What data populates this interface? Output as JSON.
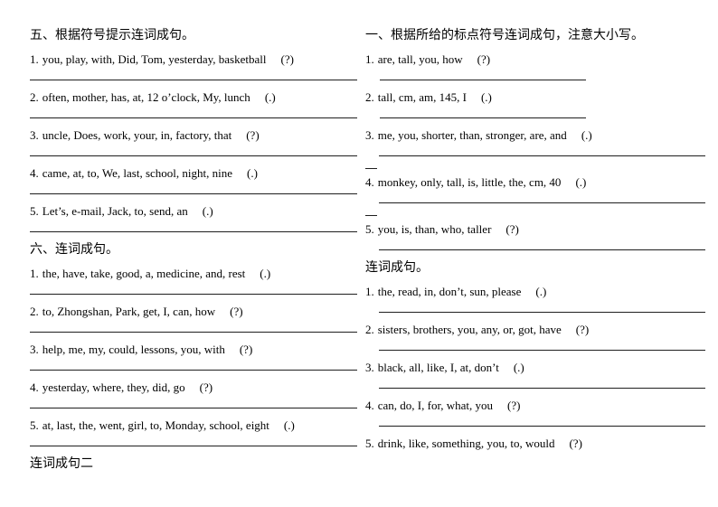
{
  "columns": [
    {
      "name": "left",
      "sections": [
        {
          "title": "五、根据符号提示连词成句。",
          "items": [
            {
              "num": "1.",
              "text": "you, play, with, Did, Tom, yesterday, basketball",
              "punct": "(?)",
              "line": "full"
            },
            {
              "num": "2.",
              "text": "often, mother, has, at, 12 o’clock, My, lunch",
              "punct": "(.)",
              "line": "full"
            },
            {
              "num": "3.",
              "text": "uncle, Does, work, your, in, factory, that",
              "punct": "(?)",
              "line": "full"
            },
            {
              "num": "4.",
              "text": "came, at, to, We, last, school, night, nine",
              "punct": "(.)",
              "line": "full"
            },
            {
              "num": "5.",
              "text": "Let’s, e-mail, Jack, to, send, an",
              "punct": "(.)",
              "line": "full"
            }
          ]
        },
        {
          "title": "六、连词成句。",
          "items": [
            {
              "num": "1.",
              "text": "the, have, take, good, a, medicine, and, rest",
              "punct": "(.)",
              "line": "full"
            },
            {
              "num": "2.",
              "text": "to, Zhongshan, Park, get, I, can, how",
              "punct": "(?)",
              "line": "full"
            },
            {
              "num": "3.",
              "text": "help, me, my, could, lessons, you, with",
              "punct": "(?)",
              "line": "full"
            },
            {
              "num": "4.",
              "text": "yesterday, where, they, did, go",
              "punct": "(?)",
              "line": "full"
            },
            {
              "num": "5.",
              "text": "at, last, the, went, girl, to, Monday, school, eight",
              "punct": "(.)",
              "line": "full"
            }
          ]
        },
        {
          "title": "连词成句二",
          "items": []
        }
      ]
    },
    {
      "name": "right",
      "sections": [
        {
          "title": "一、根据所给的标点符号连词成句，注意大小写。",
          "items": [
            {
              "num": "1.",
              "text": "are, tall, you, how",
              "punct": "(?)",
              "line": "short"
            },
            {
              "num": "2.",
              "text": "tall, cm, am, 145, I",
              "punct": "(.)",
              "line": "short"
            },
            {
              "num": "3.",
              "text": "me, you, shorter, than, stronger, are, and",
              "punct": "(.)",
              "line": "full-wrap"
            },
            {
              "num": "4.",
              "text": "monkey, only, tall, is, little, the, cm, 40",
              "punct": "(.)",
              "line": "full-wrap"
            },
            {
              "num": "5.",
              "text": "you, is, than, who, taller",
              "punct": "(?)",
              "line": "full"
            }
          ]
        },
        {
          "title": "连词成句。",
          "items": [
            {
              "num": "1.",
              "text": "the, read, in, don’t, sun, please",
              "punct": "(.)",
              "line": "full"
            },
            {
              "num": "2.",
              "text": "sisters, brothers, you, any, or, got, have",
              "punct": "(?)",
              "line": "full"
            },
            {
              "num": "3.",
              "text": "black, all, like, I, at, don’t",
              "punct": "(.)",
              "line": "full"
            },
            {
              "num": "4.",
              "text": "can, do, I, for, what, you",
              "punct": "(?)",
              "line": "full"
            },
            {
              "num": "5.",
              "text": "drink, like, something, you, to, would",
              "punct": "(?)",
              "line": "none"
            }
          ]
        }
      ]
    }
  ]
}
